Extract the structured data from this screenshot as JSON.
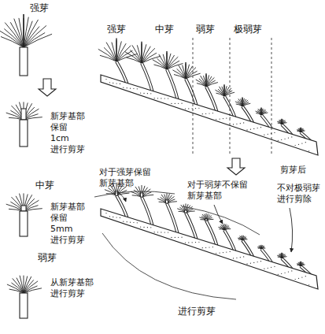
{
  "diagram": {
    "labels": [
      "强芽",
      "新芽基部 保留 1cm 进行剪芽",
      "中芽",
      "新芽基部 保留 5mm 进行剪芽",
      "弱芽",
      "从新芽基部 进行剪芽",
      "强芽",
      "中芽",
      "弱芽",
      "极弱芽",
      "剪芽后",
      "对于强芽保留 新芽基部",
      "对于弱芽不保留 新芽基部",
      "不对极弱芽 进行剪除",
      "进行剪芽"
    ]
  }
}
